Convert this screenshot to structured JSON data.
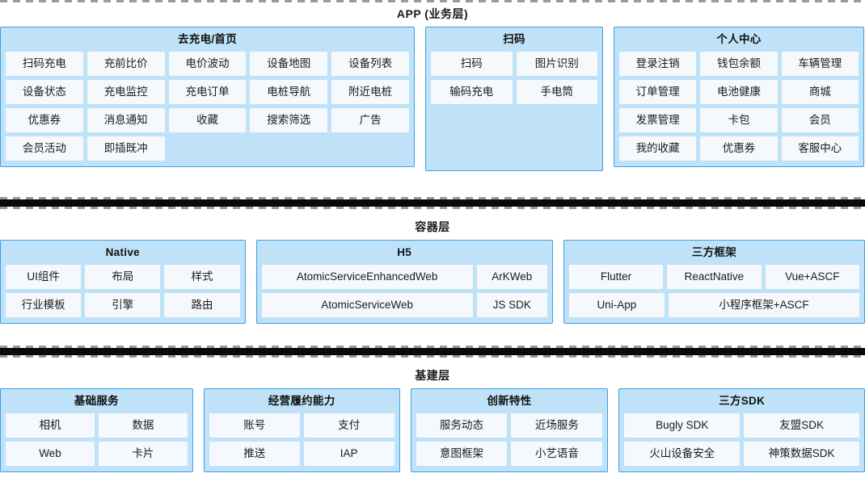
{
  "diagram": {
    "title": "APP architecture layers",
    "colors": {
      "panel_bg": "#bfe2f8",
      "panel_border": "#3aa0e8",
      "tile_bg": "#f5f9fd",
      "separator_bar": "#0a0a0a",
      "separator_dash": "#9a9a9a",
      "text": "#1a1a1a"
    }
  },
  "layers": [
    {
      "id": "app",
      "title": "APP (业务层)",
      "panels": [
        {
          "id": "home",
          "title": "去充电/首页",
          "rows": [
            [
              "扫码充电",
              "充前比价",
              "电价波动",
              "设备地图",
              "设备列表"
            ],
            [
              "设备状态",
              "充电监控",
              "充电订单",
              "电桩导航",
              "附近电桩"
            ],
            [
              "优惠券",
              "消息通知",
              "收藏",
              "搜索筛选",
              "广告"
            ],
            [
              "会员活动",
              "即插既冲",
              "",
              "",
              ""
            ]
          ]
        },
        {
          "id": "scan",
          "title": "扫码",
          "rows": [
            [
              "扫码",
              "图片识别"
            ],
            [
              "输码充电",
              "手电筒"
            ]
          ]
        },
        {
          "id": "profile",
          "title": "个人中心",
          "rows": [
            [
              "登录注销",
              "钱包余额",
              "车辆管理"
            ],
            [
              "订单管理",
              "电池健康",
              "商城"
            ],
            [
              "发票管理",
              "卡包",
              "会员"
            ],
            [
              "我的收藏",
              "优惠券",
              "客服中心"
            ]
          ]
        }
      ]
    },
    {
      "id": "container",
      "title": "容器层",
      "panels": [
        {
          "id": "native",
          "title": "Native",
          "rows": [
            [
              "UI组件",
              "布局",
              "样式"
            ],
            [
              "行业模板",
              "引擎",
              "路由"
            ]
          ]
        },
        {
          "id": "h5",
          "title": "H5",
          "rows": [
            [
              "AtomicServiceEnhancedWeb",
              "ArKWeb"
            ],
            [
              "AtomicServiceWeb",
              "JS SDK"
            ]
          ]
        },
        {
          "id": "third",
          "title": "三方框架",
          "rows": [
            [
              "Flutter",
              "ReactNative",
              "Vue+ASCF"
            ],
            [
              "Uni-App",
              "小程序框架+ASCF"
            ]
          ]
        }
      ]
    },
    {
      "id": "infra",
      "title": "基建层",
      "panels": [
        {
          "id": "basic",
          "title": "基础服务",
          "rows": [
            [
              "相机",
              "数据"
            ],
            [
              "Web",
              "卡片"
            ]
          ]
        },
        {
          "id": "operation",
          "title": "经营履约能力",
          "rows": [
            [
              "账号",
              "支付"
            ],
            [
              "推送",
              "IAP"
            ]
          ]
        },
        {
          "id": "innovation",
          "title": "创新特性",
          "rows": [
            [
              "服务动态",
              "近场服务"
            ],
            [
              "意图框架",
              "小艺语音"
            ]
          ]
        },
        {
          "id": "sdk",
          "title": "三方SDK",
          "rows": [
            [
              "Bugly SDK",
              "友盟SDK"
            ],
            [
              "火山设备安全",
              "神策数据SDK"
            ]
          ]
        }
      ]
    }
  ]
}
